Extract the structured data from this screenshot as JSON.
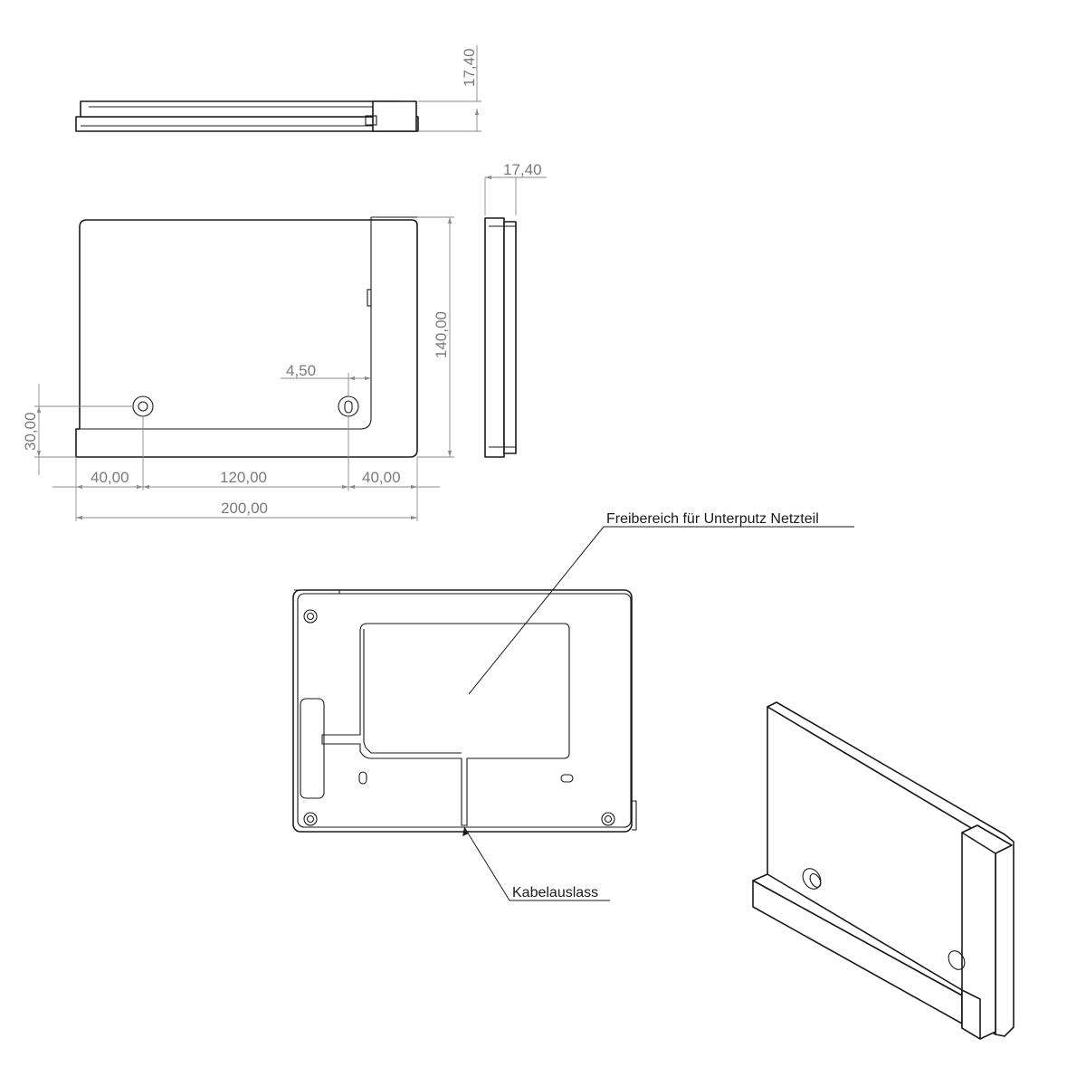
{
  "top_view": {
    "height_dim": "17,40"
  },
  "side_view": {
    "depth_dim": "17,40"
  },
  "front_view": {
    "height_dim": "140,00",
    "slot_offset_dim": "4,50",
    "hole_height_dim": "30,00",
    "left_margin_dim": "40,00",
    "hole_spacing_dim": "120,00",
    "right_margin_dim": "40,00",
    "width_dim": "200,00"
  },
  "back_view": {
    "callout_power_supply": "Freibereich für Unterputz Netzteil",
    "callout_cable_outlet": "Kabelauslass"
  },
  "colors": {
    "line": "#1a1a1a",
    "dimension": "#8a8a8a"
  }
}
